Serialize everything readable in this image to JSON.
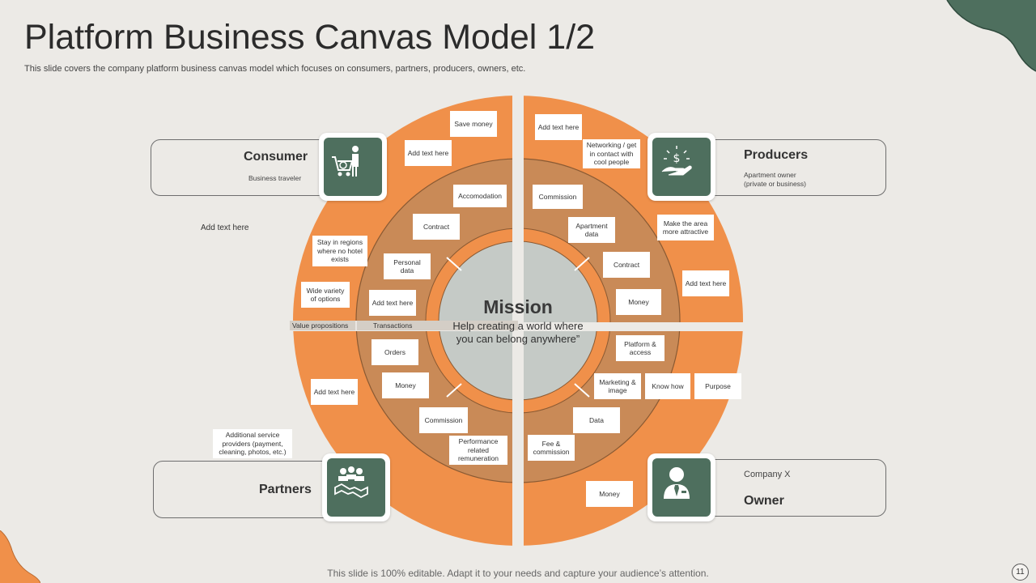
{
  "header": {
    "title": "Platform Business Canvas Model 1/2",
    "subtitle": "This slide covers the company platform business canvas model which focuses on consumers, partners, producers, owners, etc."
  },
  "panels": {
    "consumer": {
      "title": "Consumer",
      "sub": "Business traveler",
      "icon": "shopping-cart-person-icon"
    },
    "producers": {
      "title": "Producers",
      "sub": "Apartment owner\n(private or business)",
      "icon": "money-hand-icon"
    },
    "partners": {
      "title": "Partners",
      "icon": "handshake-icon"
    },
    "owner": {
      "title": "Owner",
      "company": "Company X",
      "icon": "businessman-icon"
    }
  },
  "mission": {
    "title": "Mission",
    "text": "Help creating a world where you can belong anywhere”"
  },
  "ring_labels": {
    "value_propositions": "Value propositions",
    "transactions": "Transactions"
  },
  "free_text": {
    "add_text_left": "Add text here",
    "additional_service": "Additional service providers (payment, cleaning, photos, etc.)"
  },
  "boxes": {
    "save_money": "Save money",
    "add_text_tl": "Add text here",
    "stay_regions": "Stay in regions where no hotel exists",
    "wide_variety": "Wide variety of options",
    "accomodation": "Accomodation",
    "contract_l": "Contract",
    "personal_data": "Personal data",
    "add_text_il": "Add text here",
    "add_text_tr": "Add text here",
    "networking": "Networking / get in contact with cool people",
    "make_area": "Make the area more attractive",
    "add_text_r": "Add text here",
    "commission_r": "Commission",
    "apartment_data": "Apartment data",
    "contract_r": "Contract",
    "money_r": "Money",
    "orders": "Orders",
    "money_l": "Money",
    "commission_b": "Commission",
    "performance": "Performance related remuneration",
    "add_text_bl": "Add text here",
    "platform_access": "Platform & access",
    "marketing": "Marketing & image",
    "know_how": "Know how",
    "purpose": "Purpose",
    "data": "Data",
    "fee_commission": "Fee & commission",
    "money_b": "Money"
  },
  "footer": {
    "text": "This slide is 100% editable. Adapt it to your needs and capture your audience’s attention.",
    "page": "11"
  },
  "colors": {
    "orange": "#F0904A",
    "brown": "#C98A57",
    "green": "#4E6F5E",
    "mission": "#C5CAC6",
    "background": "#ECEAE6"
  }
}
